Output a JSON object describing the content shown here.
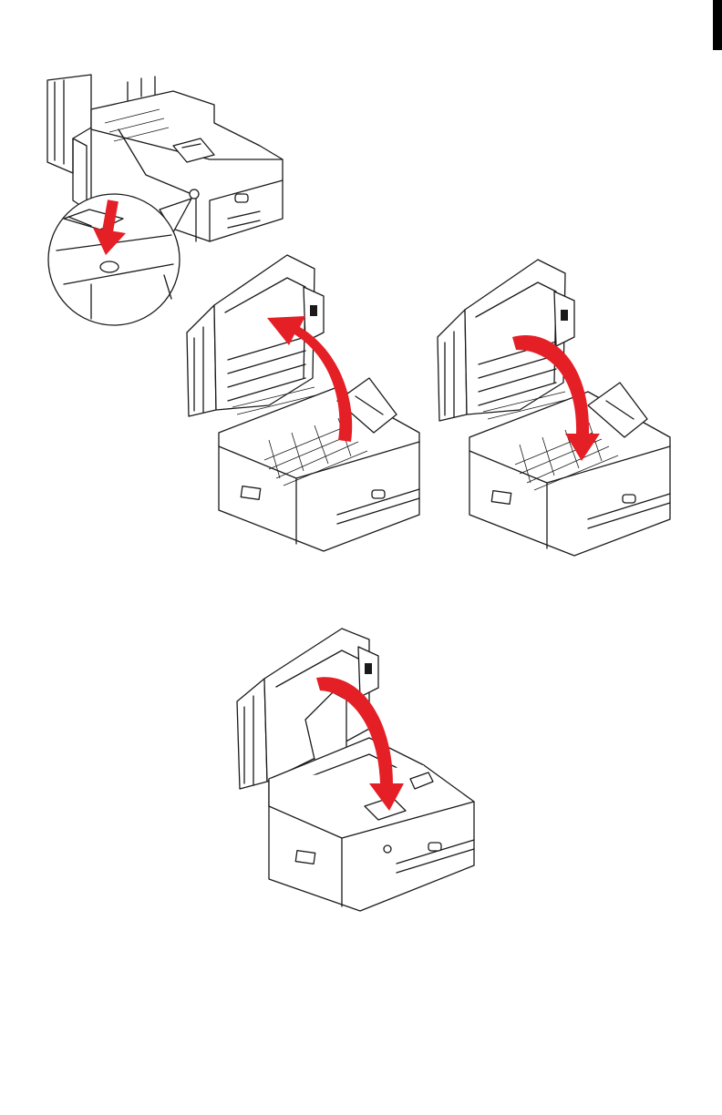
{
  "page": {
    "description_hidden": ""
  },
  "colors": {
    "arrow": "#e51f26",
    "line": "#1a1a1a",
    "background": "#ffffff",
    "edge_tab": "#000000"
  },
  "figures": [
    {
      "id": "step-press-button",
      "icon": "press-down-arrow-icon"
    },
    {
      "id": "step-raise-unit",
      "icon": "curved-up-arrow-icon"
    },
    {
      "id": "step-lower-unit",
      "icon": "curved-down-arrow-icon"
    },
    {
      "id": "step-close-scanner",
      "icon": "curved-down-arrow-icon"
    }
  ]
}
